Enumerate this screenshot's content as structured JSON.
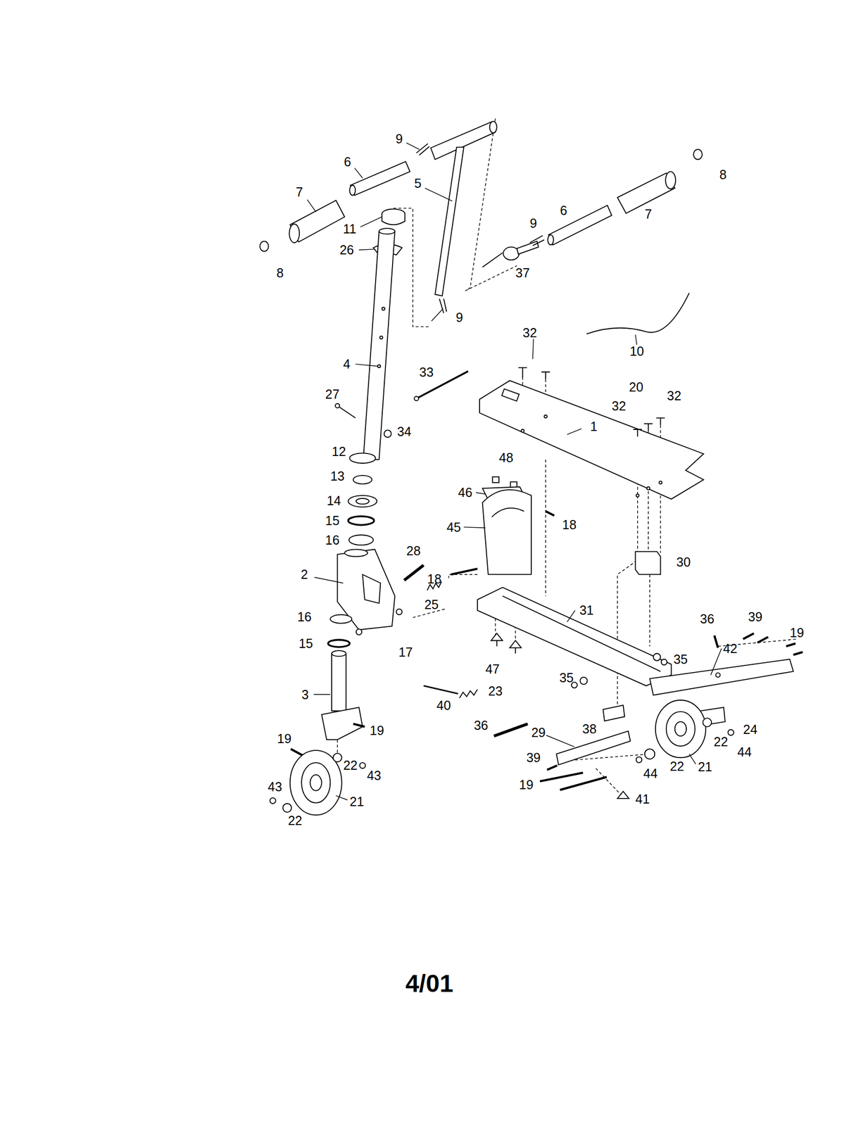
{
  "diagram": {
    "labels": [
      "9",
      "6",
      "5",
      "8",
      "7",
      "6",
      "7",
      "11",
      "9",
      "26",
      "8",
      "37",
      "9",
      "32",
      "10",
      "4",
      "33",
      "27",
      "20",
      "32",
      "32",
      "1",
      "34",
      "12",
      "48",
      "13",
      "46",
      "14",
      "15",
      "18",
      "45",
      "16",
      "28",
      "30",
      "2",
      "18",
      "25",
      "31",
      "16",
      "36",
      "39",
      "19",
      "17",
      "15",
      "42",
      "35",
      "47",
      "35",
      "3",
      "23",
      "40",
      "24",
      "19",
      "38",
      "19",
      "36",
      "29",
      "22",
      "22",
      "43",
      "21",
      "39",
      "44",
      "44",
      "22",
      "43",
      "19",
      "41",
      "21",
      "22",
      "4/01"
    ]
  }
}
